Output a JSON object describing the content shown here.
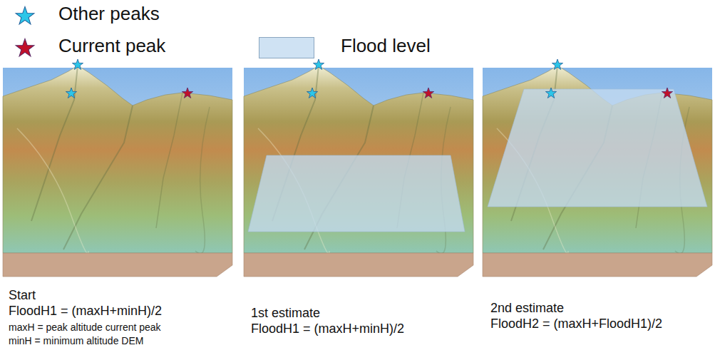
{
  "diagram": {
    "labels": [
      "Start",
      "FloodH1 = (maxH+minH)/2",
      "maxH = peak altitude current peak",
      "minH = minimum altitude DEM",
      "1st estimate",
      "FloodH1 = (maxH+minH)/2",
      "2nd estimate",
      "FloodH2 = (maxH+FloodH1)/2"
    ],
    "legend": [
      {
        "text": "Other peaks"
      },
      {
        "text": "Current peak"
      },
      {
        "text": "Flood level",
        "color": "#cfe2f3"
      }
    ]
  }
}
